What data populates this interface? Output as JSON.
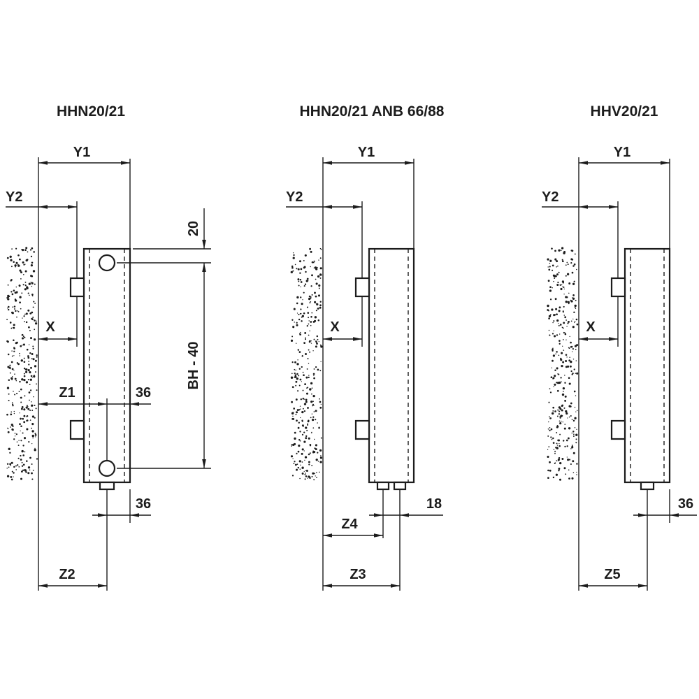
{
  "diagram": {
    "background": "#ffffff",
    "line_color": "#1c1c1c",
    "panels": [
      {
        "title": "HHN20/21",
        "labels": {
          "y1": "Y1",
          "y2": "Y2",
          "x": "X",
          "top_offset": "20",
          "tapping_span": "BH - 40",
          "z1": "Z1",
          "center_to_front_mid": "36",
          "center_to_front_bottom": "36",
          "z2": "Z2"
        }
      },
      {
        "title": "HHN20/21 ANB 66/88",
        "labels": {
          "y1": "Y1",
          "y2": "Y2",
          "x": "X",
          "z4": "Z4",
          "pipe_spacing": "18",
          "z3": "Z3"
        }
      },
      {
        "title": "HHV20/21",
        "labels": {
          "y1": "Y1",
          "y2": "Y2",
          "x": "X",
          "center_to_front": "36",
          "z5": "Z5"
        }
      }
    ]
  }
}
